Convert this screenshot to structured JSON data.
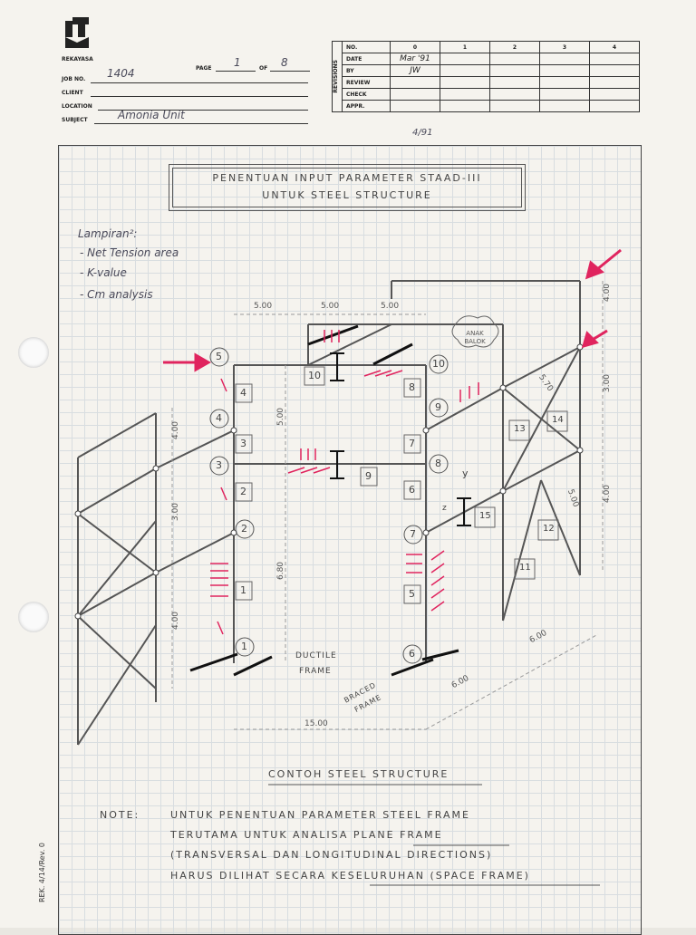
{
  "header": {
    "company": "REKAYASA",
    "job_no_label": "JOB NO.",
    "job_no_value": "1404",
    "page_label": "PAGE",
    "page_value": "1",
    "of_label": "OF",
    "of_value": "8",
    "client_label": "CLIENT",
    "location_label": "LOCATION",
    "subject_label": "SUBJECT",
    "subject_value": "Amonia Unit"
  },
  "revisions": {
    "side_label": "REVISIONS",
    "columns": [
      "NO.",
      "0",
      "1",
      "2",
      "3",
      "4"
    ],
    "rows": [
      {
        "label": "DATE",
        "values": [
          "Mar '91",
          "",
          "",
          "",
          ""
        ]
      },
      {
        "label": "BY",
        "values": [
          "JW",
          "",
          "",
          "",
          ""
        ]
      },
      {
        "label": "REVIEW",
        "values": [
          "",
          "",
          "",
          "",
          ""
        ]
      },
      {
        "label": "CHECK",
        "values": [
          "",
          "",
          "",
          "",
          ""
        ]
      },
      {
        "label": "APPR.",
        "values": [
          "",
          "",
          "",
          "",
          ""
        ]
      }
    ],
    "signature_note": "4/91"
  },
  "title": {
    "line1": "PENENTUAN INPUT PARAMETER STAAD-III",
    "line2": "UNTUK STEEL STRUCTURE"
  },
  "notes_list": {
    "heading": "Lampiran²:",
    "items": [
      "- Net Tension area",
      "- K-value",
      "- Cm analysis"
    ]
  },
  "drawing": {
    "dims": [
      "5.00",
      "5.00",
      "5.00",
      "4.00",
      "3.00",
      "4.00",
      "5.00",
      "6.80",
      "4.00",
      "3.00",
      "5.00",
      "4.00",
      "6.00",
      "6.00",
      "15.00",
      "5.70"
    ],
    "nodes": [
      "1",
      "2",
      "3",
      "4",
      "5",
      "6",
      "7",
      "8",
      "9",
      "10"
    ],
    "members": [
      "1",
      "2",
      "3",
      "4",
      "5",
      "6",
      "7",
      "8",
      "9",
      "10",
      "11",
      "12",
      "13",
      "14",
      "15"
    ],
    "labels": {
      "anak_balok": "ANAK BALOK",
      "ductile": "DUCTILE",
      "frame": "FRAME",
      "braced": "BRACED",
      "braced_frame": "FRAME",
      "y": "y",
      "z": "z"
    }
  },
  "caption": "CONTOH STEEL STRUCTURE",
  "note": {
    "label": "NOTE:",
    "lines": [
      "UNTUK PENENTUAN PARAMETER STEEL FRAME",
      "TERUTAMA UNTUK ANALISA PLANE FRAME",
      "(TRANSVERSAL DAN LONGITUDINAL DIRECTIONS)",
      "HARUS DILIHAT SECARA KESELURUHAN (SPACE FRAME)"
    ]
  },
  "form_code": "REK. 4/14/Rev. 0",
  "colors": {
    "load_arrows": "#e0245e",
    "pencil": "#4a4a5a"
  }
}
